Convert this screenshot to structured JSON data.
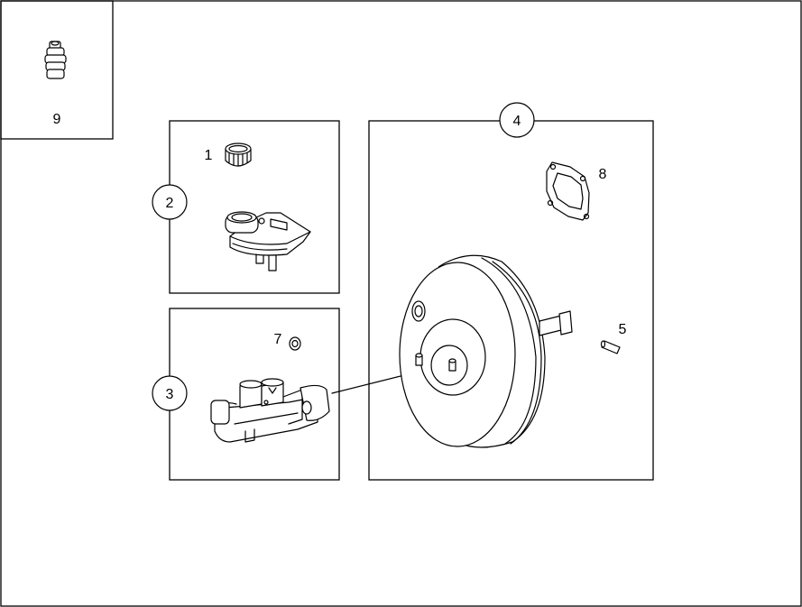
{
  "callouts": {
    "p1": "1",
    "p2": "2",
    "p3": "3",
    "p4": "4",
    "p5": "5",
    "p7": "7",
    "p8": "8",
    "p9": "9"
  },
  "colors": {
    "line": "#000000",
    "background": "#ffffff"
  },
  "parts": [
    {
      "ref": "1",
      "icon": "reservoir-cap-icon"
    },
    {
      "ref": "2",
      "icon": "brake-fluid-reservoir-icon"
    },
    {
      "ref": "3",
      "icon": "master-cylinder-icon"
    },
    {
      "ref": "4",
      "icon": "brake-booster-icon"
    },
    {
      "ref": "5",
      "icon": "pin-icon"
    },
    {
      "ref": "7",
      "icon": "seal-ring-icon"
    },
    {
      "ref": "8",
      "icon": "gasket-icon"
    },
    {
      "ref": "9",
      "icon": "grommet-icon"
    }
  ]
}
